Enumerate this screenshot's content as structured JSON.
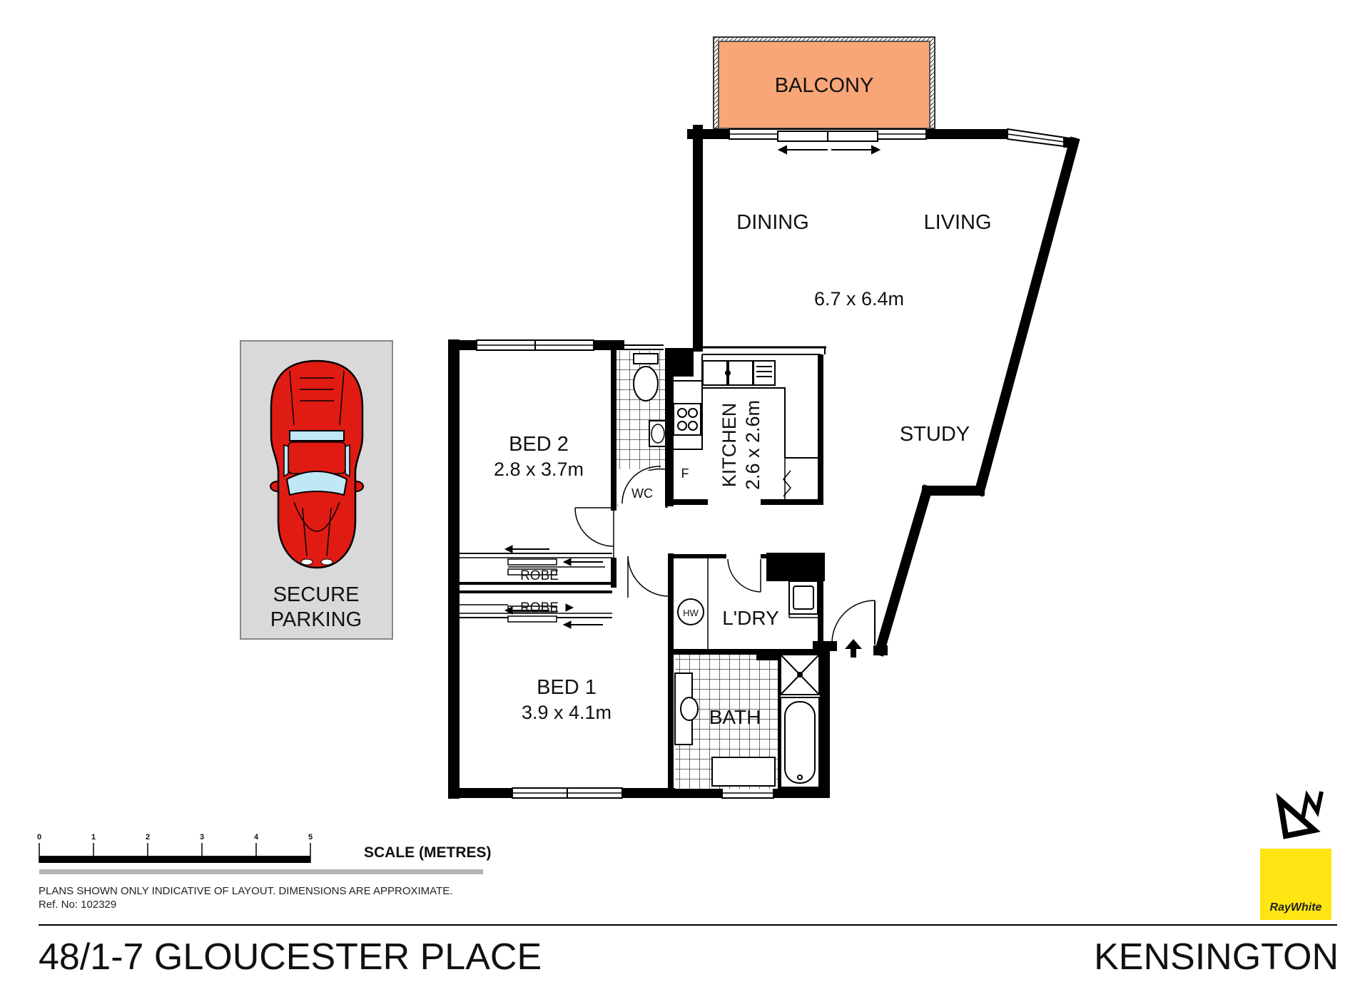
{
  "rooms": {
    "balcony": "BALCONY",
    "dining": "DINING",
    "living": "LIVING",
    "living_dims": "6.7 x 6.4m",
    "study": "STUDY",
    "kitchen": "KITCHEN",
    "kitchen_dims": "2.6 x 2.6m",
    "fridge": "F",
    "wc": "WC",
    "bed2": "BED 2",
    "bed2_dims": "2.8 x 3.7m",
    "robe_upper": "ROBE",
    "robe_lower": "ROBE",
    "bed1": "BED 1",
    "bed1_dims": "3.9 x 4.1m",
    "laundry": "L'DRY",
    "hot_water": "HW",
    "bath": "BATH"
  },
  "parking": {
    "line1": "SECURE",
    "line2": "PARKING"
  },
  "scale": {
    "ticks": [
      "0",
      "1",
      "2",
      "3",
      "4",
      "5"
    ],
    "label": "SCALE (METRES)"
  },
  "disclaimer": {
    "line1": "PLANS SHOWN ONLY INDICATIVE OF LAYOUT.  DIMENSIONS ARE APPROXIMATE.",
    "line2": "Ref. No: 102329"
  },
  "footer": {
    "address": "48/1-7 GLOUCESTER PLACE",
    "suburb": "KENSINGTON"
  },
  "logo": {
    "text": "RayWhite"
  },
  "compass": {
    "letter": "N"
  },
  "colors": {
    "balcony_fill": "#f8a677",
    "car_red": "#e01b14",
    "parking_bg": "#d9d9d9",
    "logo_yellow": "#ffe512",
    "wall": "#000000"
  },
  "icons": [
    "car-icon",
    "north-arrow-icon",
    "entry-arrow-icon",
    "sink-icon",
    "cooktop-icon",
    "toilet-icon",
    "basin-icon",
    "shower-icon",
    "bathtub-icon",
    "laundry-tub-icon",
    "hot-water-icon",
    "sliding-door-arrow-icon"
  ]
}
